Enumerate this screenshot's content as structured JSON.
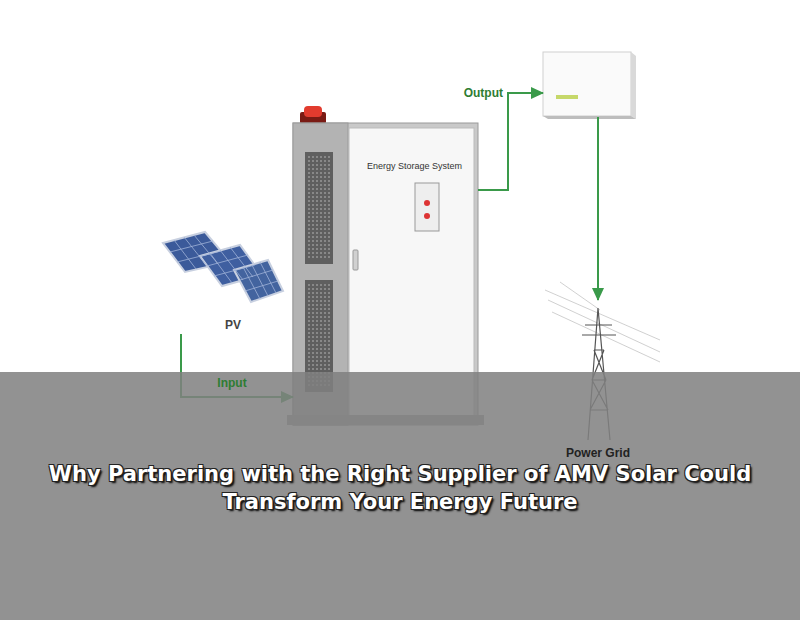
{
  "diagram": {
    "title": "Why Partnering with the Right Supplier of AMV Solar Could Transform Your Energy Future",
    "nodes": [
      {
        "text": [
          "PV"
        ]
      },
      {
        "text": [
          "Energy Storage System"
        ]
      },
      {
        "text": [
          "Power Grid"
        ]
      }
    ],
    "edges": [
      {
        "from": 0,
        "to": 1,
        "label": "Input",
        "arrow": "to"
      },
      {
        "from": 1,
        "to": 2,
        "label": "Output",
        "arrow": "to"
      }
    ]
  }
}
